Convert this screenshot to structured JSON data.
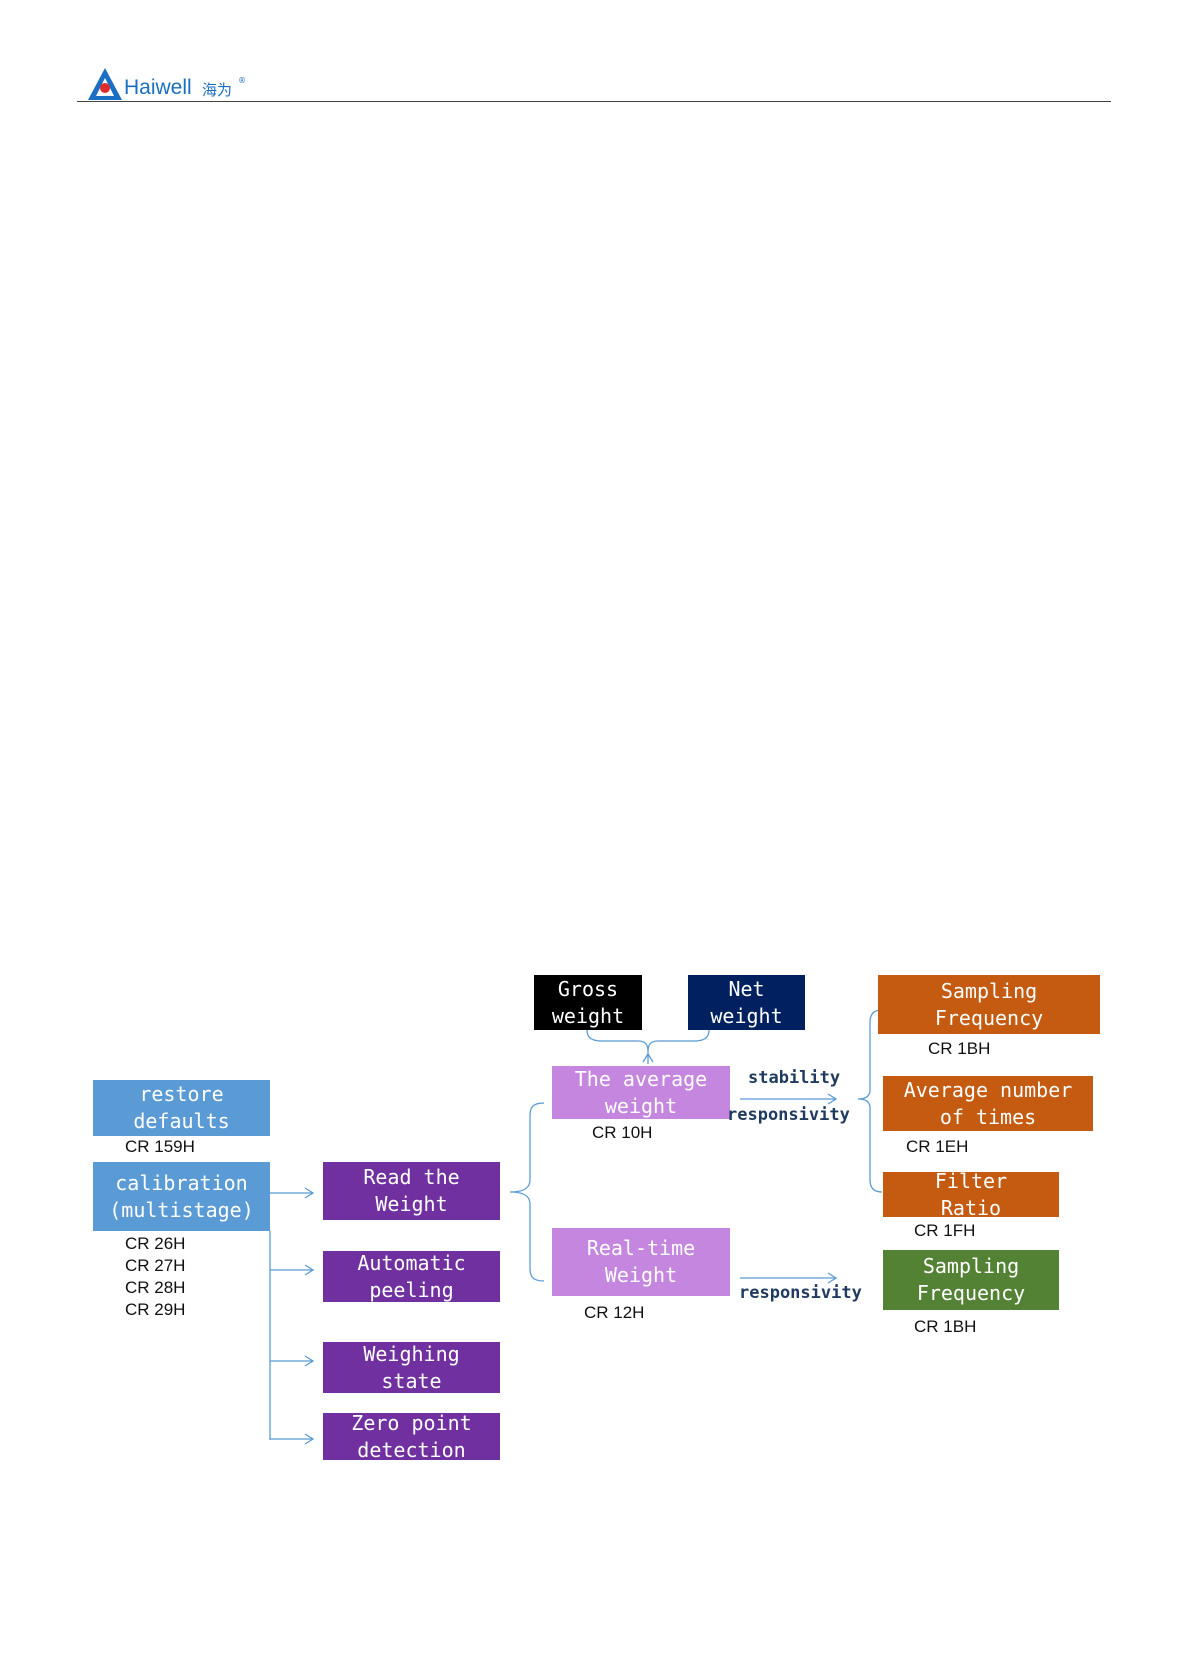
{
  "header": {
    "brand": "Haiwell",
    "brand_cn": "海为",
    "brand_mark": "®"
  },
  "diagram": {
    "restore_defaults": {
      "label": "restore\ndefaults",
      "code": "CR 159H",
      "color": "#5b9bd5"
    },
    "calibration": {
      "label": "calibration\n(multistage)",
      "code": "CR 26H\nCR 27H\nCR 28H\nCR 29H",
      "color": "#5b9bd5"
    },
    "read_weight": {
      "label": "Read the\nWeight",
      "color": "#7030a0"
    },
    "automatic_peeling": {
      "label": "Automatic\npeeling",
      "color": "#7030a0"
    },
    "weighing_state": {
      "label": "Weighing\nstate",
      "color": "#7030a0"
    },
    "zero_point": {
      "label": "Zero point\ndetection",
      "color": "#7030a0"
    },
    "gross_weight": {
      "label": "Gross\nweight",
      "color": "#000000"
    },
    "net_weight": {
      "label": "Net\nweight",
      "color": "#002060"
    },
    "average_weight": {
      "label": "The average\nweight",
      "code": "CR 10H",
      "color": "#c586e0"
    },
    "realtime_weight": {
      "label": "Real-time\nWeight",
      "code": "CR 12H",
      "color": "#c586e0"
    },
    "sampling_frequency_1": {
      "label": "Sampling\nFrequency",
      "code": "CR 1BH",
      "color": "#c55a11"
    },
    "average_times": {
      "label": "Average number\nof times",
      "code": "CR 1EH",
      "color": "#c55a11"
    },
    "filter_ratio": {
      "label": "Filter\nRatio",
      "code": "CR 1FH",
      "color": "#c55a11"
    },
    "sampling_frequency_2": {
      "label": "Sampling\nFrequency",
      "code": "CR 1BH",
      "color": "#548235"
    },
    "edge_stability": "stability",
    "edge_responsivity_1": "responsivity",
    "edge_responsivity_2": "responsivity",
    "line_color": "#5b9bd5"
  }
}
